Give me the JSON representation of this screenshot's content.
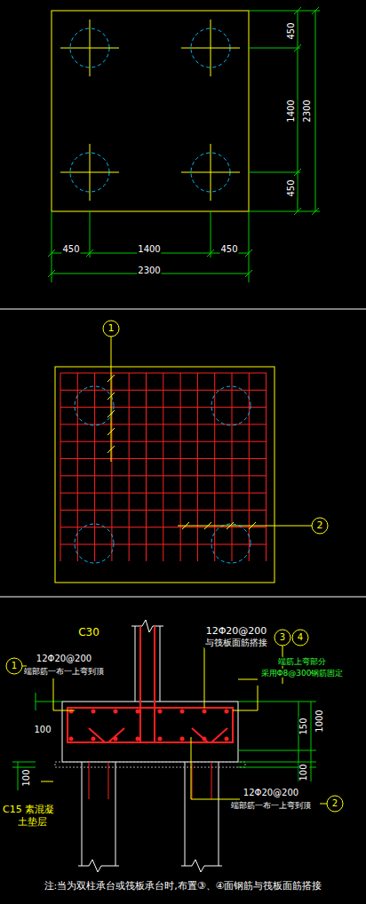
{
  "diagram": {
    "labels": [
      "450",
      "1400",
      "450",
      "2300",
      "450",
      "1400",
      "450",
      "2300",
      "1",
      "2",
      "C30",
      "12Φ20@200",
      "与筏板面筋搭接",
      "3",
      "4",
      "端筋上弯部分",
      "采用Φ8@300钢筋固定",
      "1",
      "12Φ20@200",
      "端部筋一布一上弯到顶",
      "100",
      "150",
      "1000",
      "100",
      "100",
      "C15 素混凝",
      "土垫层",
      "12Φ20@200",
      "端部筋一布一上弯到顶",
      "2",
      "注:当为双柱承台或筏板承台时,布置③、④面钢筋与筏板面筋搭接"
    ]
  }
}
